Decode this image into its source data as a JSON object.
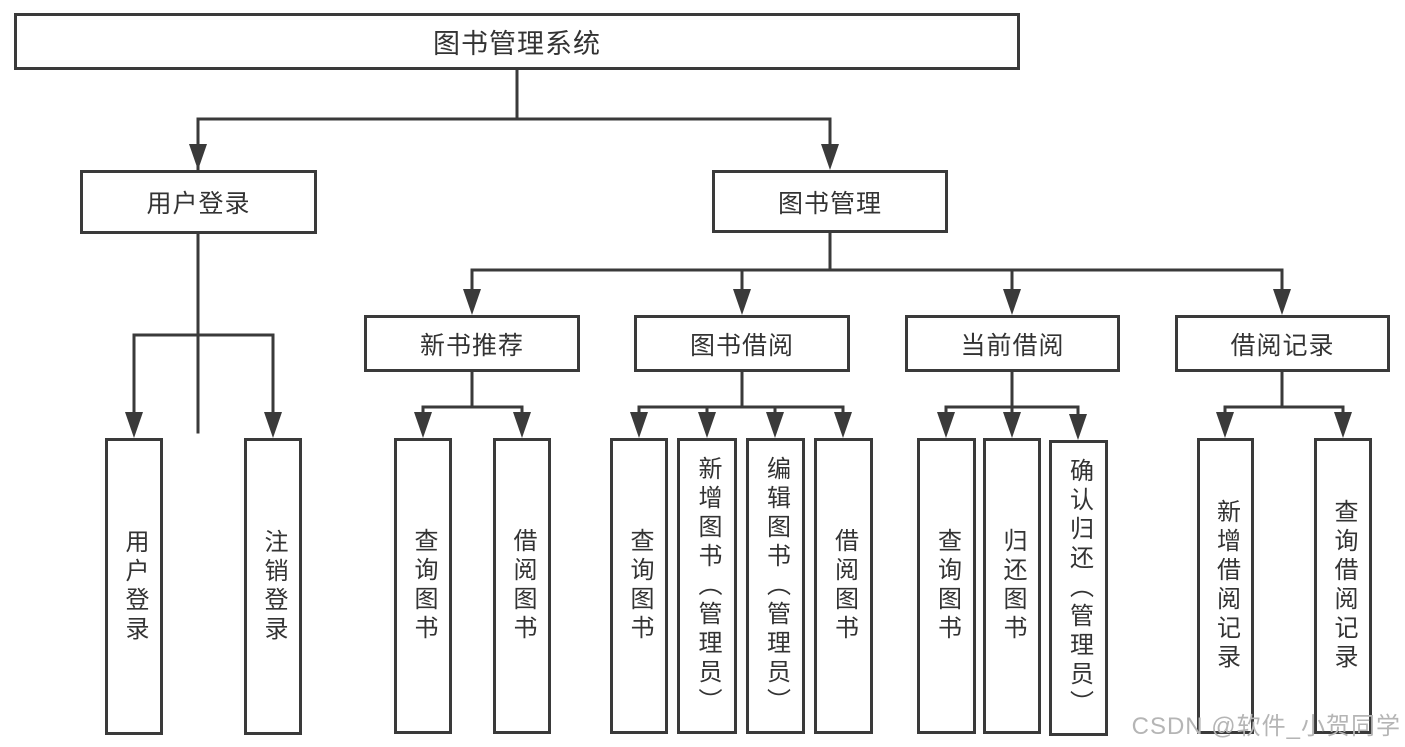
{
  "diagram_type": "tree",
  "nodes": {
    "root": "图书管理系统",
    "userLogin": "用户登录",
    "bookMgmt": "图书管理",
    "newBookRec": "新书推荐",
    "bookBorrow": "图书借阅",
    "currentBorrow": "当前借阅",
    "borrowRecords": "借阅记录",
    "login": "用户登录",
    "logout": "注销登录",
    "queryBook1": "查询图书",
    "borrowBook1": "借阅图书",
    "queryBook2": "查询图书",
    "addBook": "新增图书（管理员）",
    "editBook": "编辑图书（管理员）",
    "borrowBook2": "借阅图书",
    "queryBook3": "查询图书",
    "returnBook": "归还图书",
    "confirmReturn": "确认归还（管理员）",
    "addBorrowRecord": "新增借阅记录",
    "queryBorrowRecord": "查询借阅记录"
  },
  "hierarchy": {
    "图书管理系统": [
      "用户登录",
      "图书管理"
    ],
    "用户登录": [
      "用户登录",
      "注销登录"
    ],
    "图书管理": [
      "新书推荐",
      "图书借阅",
      "当前借阅",
      "借阅记录"
    ],
    "新书推荐": [
      "查询图书",
      "借阅图书"
    ],
    "图书借阅": [
      "查询图书",
      "新增图书（管理员）",
      "编辑图书（管理员）",
      "借阅图书"
    ],
    "当前借阅": [
      "查询图书",
      "归还图书",
      "确认归还（管理员）"
    ],
    "借阅记录": [
      "新增借阅记录",
      "查询借阅记录"
    ]
  },
  "watermark": "CSDN @软件_小贺同学",
  "colors": {
    "line": "#3a3a3a",
    "text": "#333333",
    "watermark": "#b5b5b5",
    "background": "#ffffff"
  }
}
